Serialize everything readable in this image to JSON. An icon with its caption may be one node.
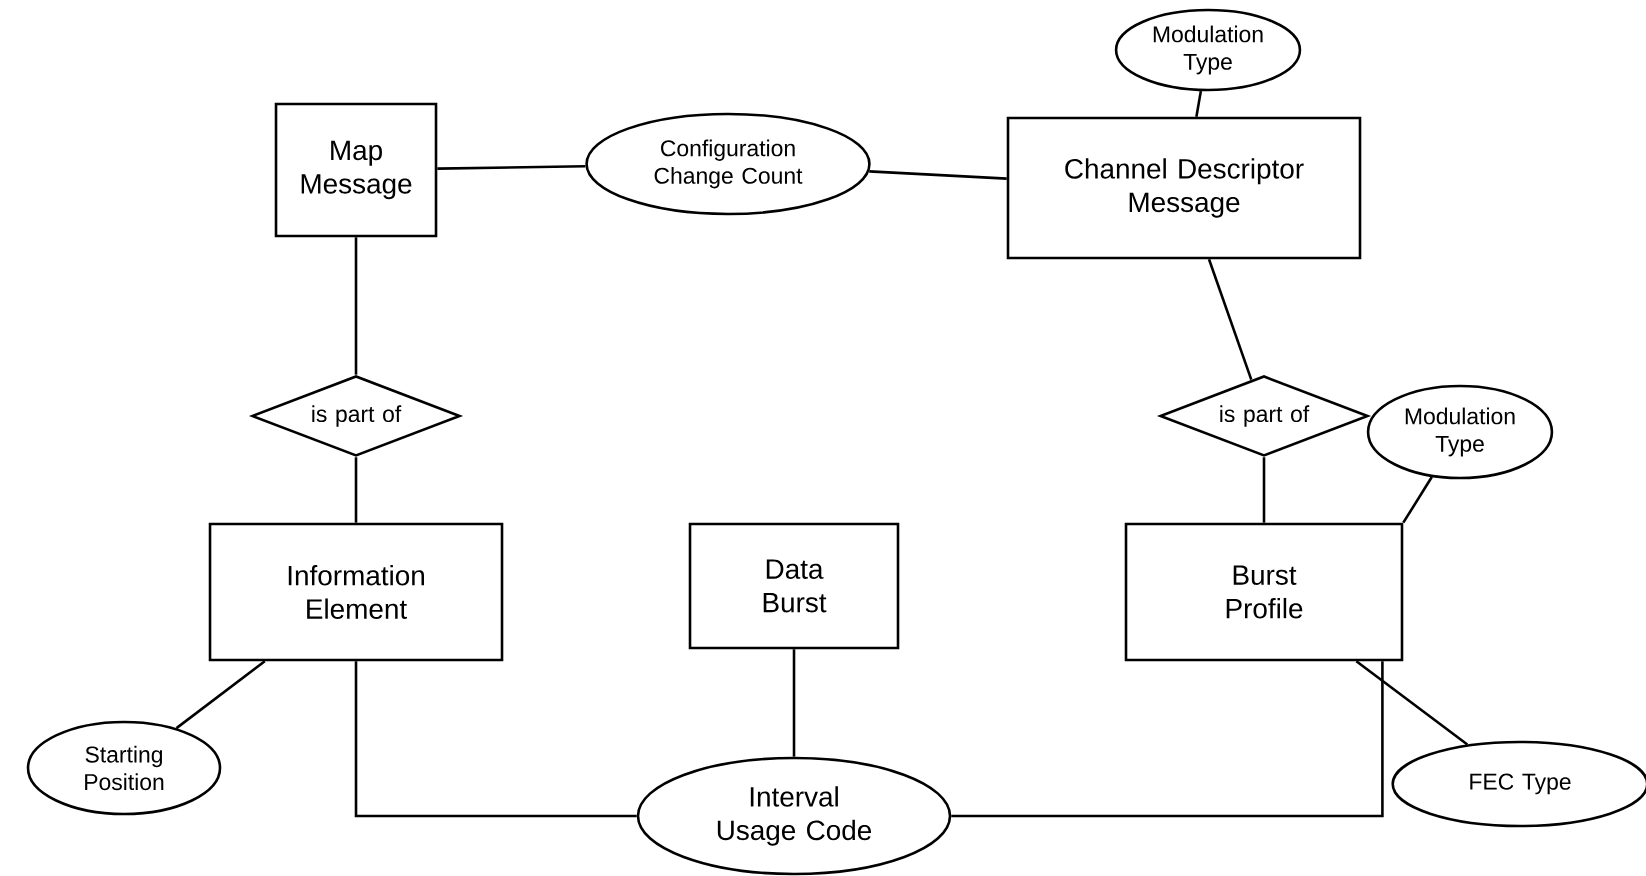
{
  "diagram": {
    "nodes": [
      {
        "text": [
          "Map Message"
        ]
      },
      {
        "text": [
          "Configuration Change Count"
        ]
      },
      {
        "text": [
          "Channel Descriptor Message"
        ]
      },
      {
        "text": [
          "Modulation Type"
        ]
      },
      {
        "text": [
          "is part of"
        ]
      },
      {
        "text": [
          "is part of"
        ]
      },
      {
        "text": [
          "Modulation Type"
        ]
      },
      {
        "text": [
          "Information Element"
        ]
      },
      {
        "text": [
          "Data Burst"
        ]
      },
      {
        "text": [
          "Burst Profile"
        ]
      },
      {
        "text": [
          "Starting Position"
        ]
      },
      {
        "text": [
          "Interval Usage Code"
        ]
      },
      {
        "text": [
          "FEC Type"
        ]
      }
    ],
    "edges": [
      {
        "from": 0,
        "to": 1,
        "arrow": "none"
      },
      {
        "from": 1,
        "to": 2,
        "arrow": "none"
      },
      {
        "from": 2,
        "to": 3,
        "arrow": "none"
      },
      {
        "from": 0,
        "to": 4,
        "arrow": "none"
      },
      {
        "from": 4,
        "to": 7,
        "arrow": "none"
      },
      {
        "from": 2,
        "to": 5,
        "arrow": "none"
      },
      {
        "from": 5,
        "to": 9,
        "arrow": "none"
      },
      {
        "from": 9,
        "to": 6,
        "arrow": "none"
      },
      {
        "from": 7,
        "to": 10,
        "arrow": "none"
      },
      {
        "from": 8,
        "to": 11,
        "arrow": "none"
      },
      {
        "from": 7,
        "to": 11,
        "arrow": "none"
      },
      {
        "from": 9,
        "to": 11,
        "arrow": "none"
      },
      {
        "from": 9,
        "to": 12,
        "arrow": "none"
      }
    ]
  }
}
